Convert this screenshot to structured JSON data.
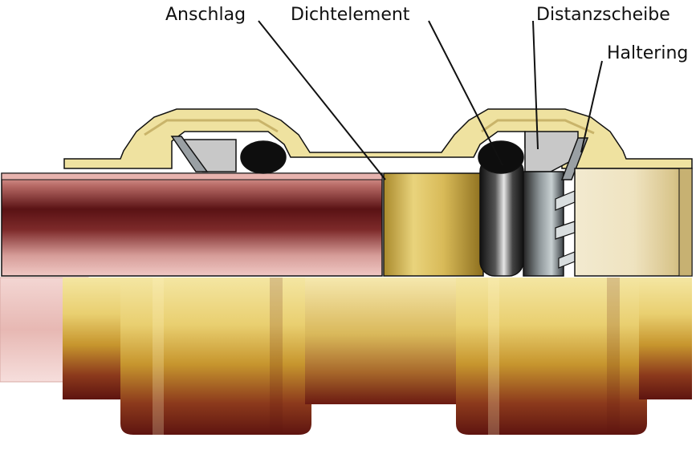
{
  "labels": {
    "anschlag": "Anschlag",
    "dichtelement": "Dichtelement",
    "distanzscheibe": "Distanzscheibe",
    "haltering": "Haltering"
  },
  "colors": {
    "brass_light": "#f3e7a8",
    "brass_mid": "#d8c06a",
    "brass_dark": "#6b1a12",
    "copper_dark": "#5e1416",
    "copper_light": "#e6b3ad",
    "seal_black": "#111111",
    "spacer_grey": "#c9c9c9",
    "outline": "#111111"
  }
}
